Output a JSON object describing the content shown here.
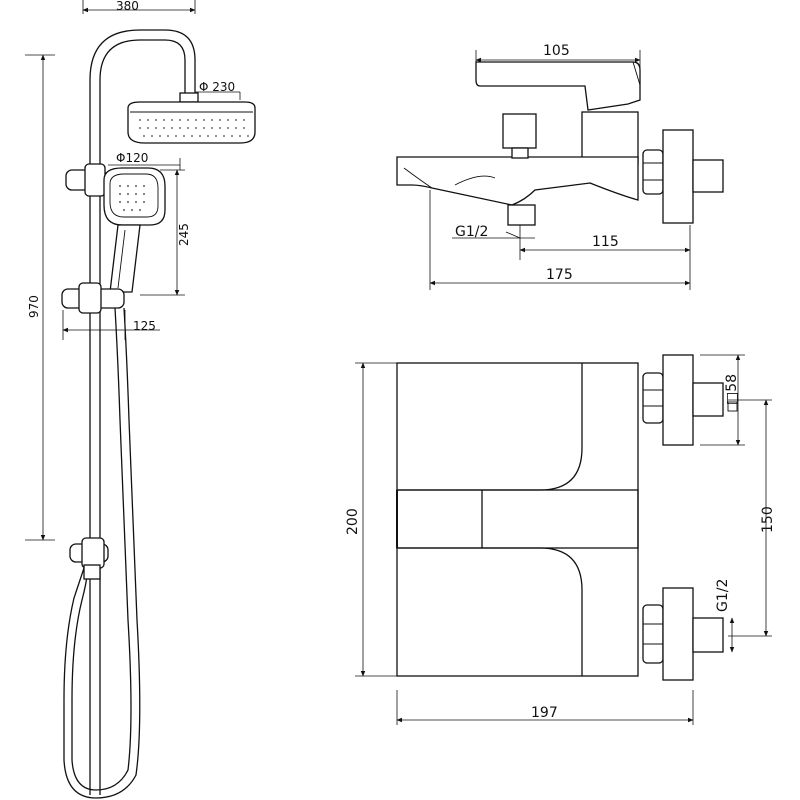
{
  "shower_column": {
    "labels": {
      "top_width": "380",
      "head_diameter": "Φ 230",
      "hand_diameter": "Φ120",
      "hand_height": "245",
      "total_height": "970",
      "hand_offset": "125"
    }
  },
  "mixer_side_view": {
    "labels": {
      "body_width": "105",
      "outlet_thread": "G1/2",
      "outlet_to_wall": "115",
      "total_depth": "175"
    }
  },
  "mixer_top_view": {
    "labels": {
      "body_length": "200",
      "square_size": "□58",
      "connection_thread": "G1/2",
      "center_distance": "150",
      "total_width": "197"
    }
  }
}
